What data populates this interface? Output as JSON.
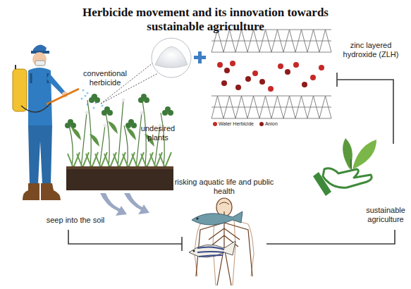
{
  "diagram": {
    "title": "Herbicide movement and its innovation towards sustainable agriculture",
    "labels": [
      "conventional herbicide",
      "undesired plants",
      "zinc layered hydroxide (ZLH)",
      "seep into the soil",
      "risking aquatic life and public health",
      "sustainable agriculture"
    ],
    "legend": [
      {
        "text": "Water Herbicide",
        "color": "#c62828"
      },
      {
        "text": "Anion",
        "color": "#8e1b1b"
      }
    ]
  }
}
